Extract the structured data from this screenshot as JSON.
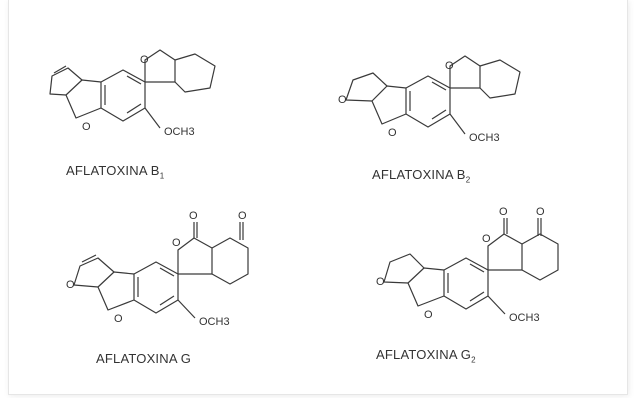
{
  "structures": [
    {
      "caption": "AFLATOXINA B",
      "subscript": "1",
      "atoms": {
        "ring_oxygen": "O",
        "methoxy": "OCH3",
        "carbonyl_a": "",
        "carbonyl_b": ""
      }
    },
    {
      "caption": "AFLATOXINA B",
      "subscript": "2",
      "atoms": {
        "ring_oxygen": "O",
        "methoxy": "OCH3",
        "carbonyl_a": "",
        "carbonyl_b": ""
      }
    },
    {
      "caption": "AFLATOXINA G",
      "subscript": "",
      "atoms": {
        "ring_oxygen": "O",
        "methoxy": "OCH3",
        "carbonyl_a": "O",
        "carbonyl_b": "O"
      }
    },
    {
      "caption": "AFLATOXINA G",
      "subscript": "2",
      "atoms": {
        "ring_oxygen": "O",
        "methoxy": "OCH3",
        "carbonyl_a": "O",
        "carbonyl_b": "O"
      }
    }
  ],
  "colors": {
    "line": "#3a3a3a",
    "text": "#333333",
    "border": "#e6e6e6"
  }
}
